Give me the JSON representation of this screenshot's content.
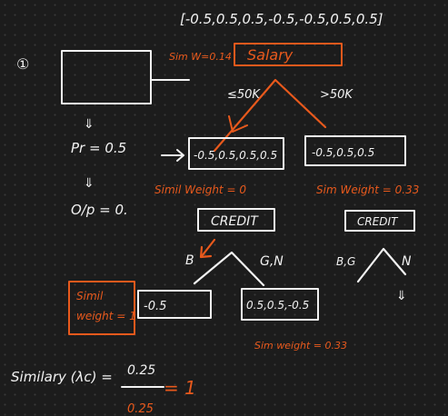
{
  "top": {
    "bracket": "[-0.5,0.5,0.5,-0.5,-0.5,0.5,0.5]",
    "sim_w_label": "Sim W=0.14",
    "root_label": "Salary"
  },
  "steps": {
    "marker": "①",
    "pr_label": "Pr = 0.5",
    "op_label": "O/p = 0."
  },
  "branches": {
    "left_label": "≤50K",
    "right_label": ">50K"
  },
  "nodes": {
    "left_box": "-0.5,0.5,0.5,0.5",
    "left_sim": "Simil Weight = 0",
    "right_box": "-0.5,0.5,0.5",
    "right_sim": "Sim Weight = 0.33",
    "credit_left": "CREDIT",
    "credit_right": "CREDIT"
  },
  "credit_branches": {
    "b": "B",
    "gn": "G,N",
    "bg": "B,G",
    "n": "N"
  },
  "leaves": {
    "simil_box_line1": "Simil",
    "simil_box_line2": "weight = 1",
    "leaf_a": "-0.5",
    "leaf_b": "0.5,0.5,-0.5",
    "leaf_b_sim": "Sim weight = 0.33"
  },
  "formula": {
    "lhs": "Similary (λc) =",
    "numerator": "0.25",
    "denominator": "0.25",
    "result": "= 1"
  },
  "colors": {
    "ink_white": "#f2f2f2",
    "ink_orange": "#e8591c",
    "board": "#1c1c1c"
  }
}
